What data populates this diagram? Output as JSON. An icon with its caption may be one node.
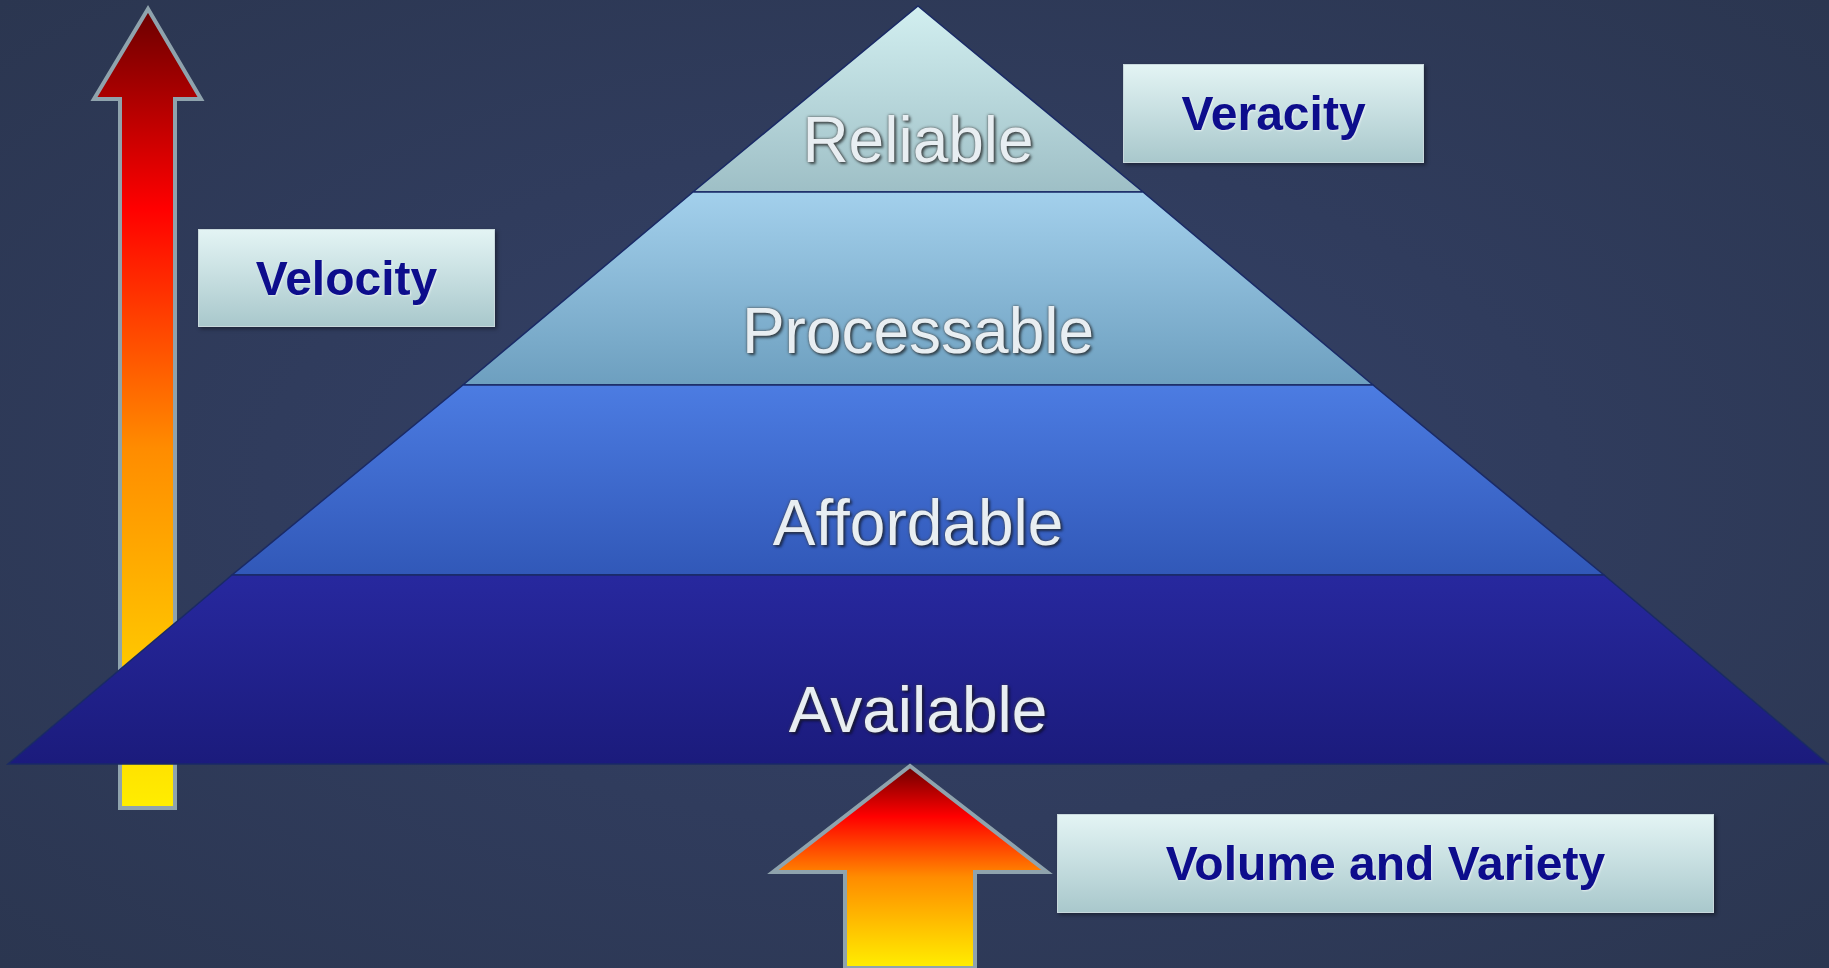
{
  "diagram": {
    "nodes": [
      {
        "text": [
          "Reliable"
        ]
      },
      {
        "text": [
          "Processable"
        ]
      },
      {
        "text": [
          "Affordable"
        ]
      },
      {
        "text": [
          "Available"
        ]
      },
      {
        "text": [
          "Veracity"
        ]
      },
      {
        "text": [
          "Velocity"
        ]
      },
      {
        "text": [
          "Volume and Variety"
        ]
      }
    ],
    "edges": [
      {
        "from": null,
        "to": 3,
        "arrow": "to",
        "style": "thick"
      }
    ]
  }
}
